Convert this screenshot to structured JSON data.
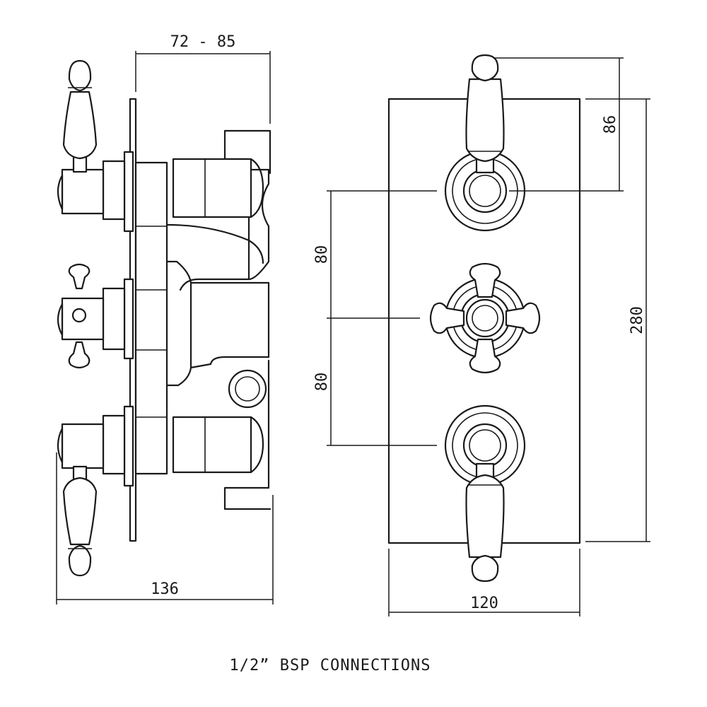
{
  "dimensions": {
    "depth_range": "72 - 85",
    "overall_depth": "136",
    "plate_width": "120",
    "plate_height": "280",
    "top_offset": "86",
    "spacing_upper": "80",
    "spacing_lower": "80"
  },
  "caption": "1/2” BSP CONNECTIONS"
}
